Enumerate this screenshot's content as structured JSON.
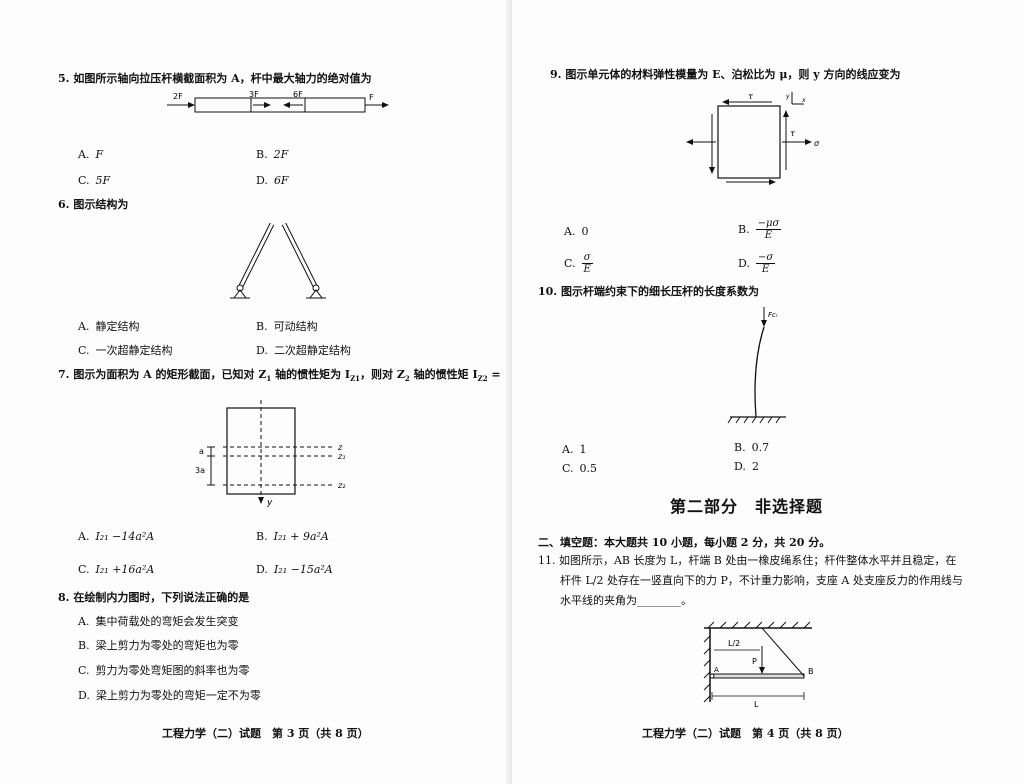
{
  "left_page": {
    "q5": {
      "stem": "5. 如图所示轴向拉压杆横截面积为 A，杆中最大轴力的绝对值为",
      "fig_labels": [
        "2F",
        "3F",
        "6F",
        "F"
      ],
      "options": [
        {
          "letter": "A.",
          "text": "F"
        },
        {
          "letter": "B.",
          "text": "2F"
        },
        {
          "letter": "C.",
          "text": "5F"
        },
        {
          "letter": "D.",
          "text": "6F"
        }
      ]
    },
    "q6": {
      "stem": "6. 图示结构为",
      "options": [
        {
          "letter": "A.",
          "text": "静定结构"
        },
        {
          "letter": "B.",
          "text": "可动结构"
        },
        {
          "letter": "C.",
          "text": "一次超静定结构"
        },
        {
          "letter": "D.",
          "text": "二次超静定结构"
        }
      ]
    },
    "q7": {
      "stem_a": "7. 图示为面积为 A 的矩形截面，已知对 Z",
      "stem_b": " 轴的惯性矩为 I",
      "stem_c": "，则对 Z",
      "stem_d": " 轴的惯性矩 I",
      "stem_e": " =",
      "sub1": "1",
      "sub2": "2",
      "subz1": "Z1",
      "subz2": "Z2",
      "fig_labels": [
        "a",
        "3a",
        "z",
        "z₁",
        "z₂",
        "y"
      ],
      "options": [
        {
          "letter": "A.",
          "text": "I₂₁ −14a²A"
        },
        {
          "letter": "B.",
          "text": "I₂₁ + 9a²A"
        },
        {
          "letter": "C.",
          "text": "I₂₁ +16a²A"
        },
        {
          "letter": "D.",
          "text": "I₂₁ −15a²A"
        }
      ]
    },
    "q8": {
      "stem": "8. 在绘制内力图时，下列说法正确的是",
      "options": [
        {
          "letter": "A.",
          "text": "集中荷载处的弯矩会发生突变"
        },
        {
          "letter": "B.",
          "text": "梁上剪力为零处的弯矩也为零"
        },
        {
          "letter": "C.",
          "text": "剪力为零处弯矩图的斜率也为零"
        },
        {
          "letter": "D.",
          "text": "梁上剪力为零处的弯矩一定不为零"
        }
      ]
    },
    "footer": "工程力学（二）试题　第 3 页（共 8 页）"
  },
  "right_page": {
    "q9": {
      "stem": "9. 图示单元体的材料弹性模量为 E、泊松比为 μ，则 y 方向的线应变为",
      "fig_labels": [
        "τ",
        "τ",
        "σ",
        "y",
        "x"
      ],
      "options": [
        {
          "letter": "A.",
          "text": "0"
        },
        {
          "letter": "B.",
          "num": "−μσ",
          "den": "E"
        },
        {
          "letter": "C.",
          "num": "σ",
          "den": "E"
        },
        {
          "letter": "D.",
          "num": "−σ",
          "den": "E"
        }
      ]
    },
    "q10": {
      "stem": "10. 图示杆端约束下的细长压杆的长度系数为",
      "fig_label": "Fᴄᵣ",
      "options": [
        {
          "letter": "A.",
          "text": "1"
        },
        {
          "letter": "B.",
          "text": "0.7"
        },
        {
          "letter": "C.",
          "text": "0.5"
        },
        {
          "letter": "D.",
          "text": "2"
        }
      ]
    },
    "section_title": "第二部分　非选择题",
    "part2_header": "二、填空题：本大题共 10 小题，每小题 2 分，共 20 分。",
    "q11": {
      "line1": "11. 如图所示，AB 长度为 L，杆端 B 处由一橡皮绳系住；杆件整体水平并且稳定，在",
      "line2": "杆件 L/2 处存在一竖直向下的力 P，不计重力影响，支座 A 处支座反力的作用线与",
      "line3": "水平线的夹角为________。",
      "fig_labels": [
        "L/2",
        "P",
        "A",
        "B",
        "L"
      ]
    },
    "footer": "工程力学（二）试题　第 4 页（共 8 页）"
  }
}
